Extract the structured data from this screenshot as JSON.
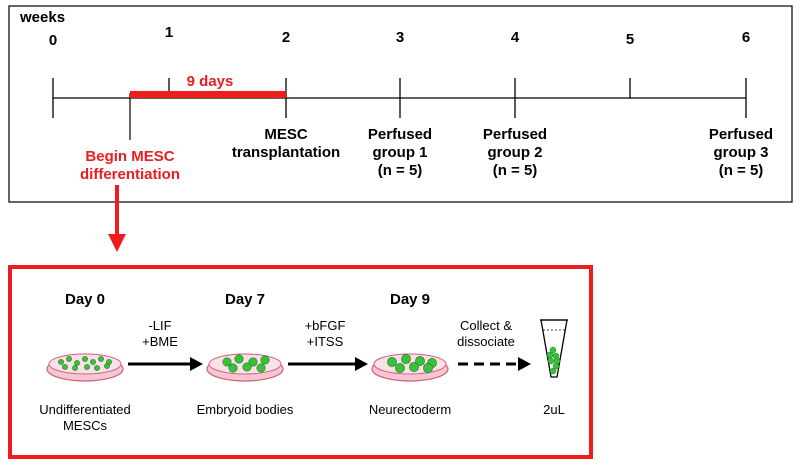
{
  "timeline": {
    "unit_label": "weeks",
    "ticks": [
      "0",
      "1",
      "2",
      "3",
      "4",
      "5",
      "6"
    ],
    "span_label": "9 days",
    "events": [
      {
        "line1": "Begin MESC",
        "line2": "differentiation"
      },
      {
        "line1": "MESC",
        "line2": "transplantation"
      },
      {
        "line1": "Perfused",
        "line2": "group 1",
        "line3": "(n = 5)"
      },
      {
        "line1": "Perfused",
        "line2": "group 2",
        "line3": "(n = 5)"
      },
      {
        "line1": "Perfused",
        "line2": "group 3",
        "line3": "(n = 5)"
      }
    ]
  },
  "protocol": {
    "days": [
      "Day 0",
      "Day 7",
      "Day 9"
    ],
    "steps": [
      {
        "line1": "-LIF",
        "line2": "+BME"
      },
      {
        "line1": "+bFGF",
        "line2": "+ITSS"
      },
      {
        "line1": "Collect &",
        "line2": "dissociate"
      }
    ],
    "stages": [
      {
        "line1": "Undifferentiated",
        "line2": "MESCs"
      },
      {
        "line1": "Embryoid bodies"
      },
      {
        "line1": "Neurectoderm"
      },
      {
        "line1": "2uL"
      }
    ]
  },
  "colors": {
    "accent": "#ee1c1c",
    "dish_fill": "#f7c6d2",
    "dish_edge": "#c9607a",
    "cell_fill": "#38c23a",
    "cell_edge": "#1d7a1f"
  }
}
